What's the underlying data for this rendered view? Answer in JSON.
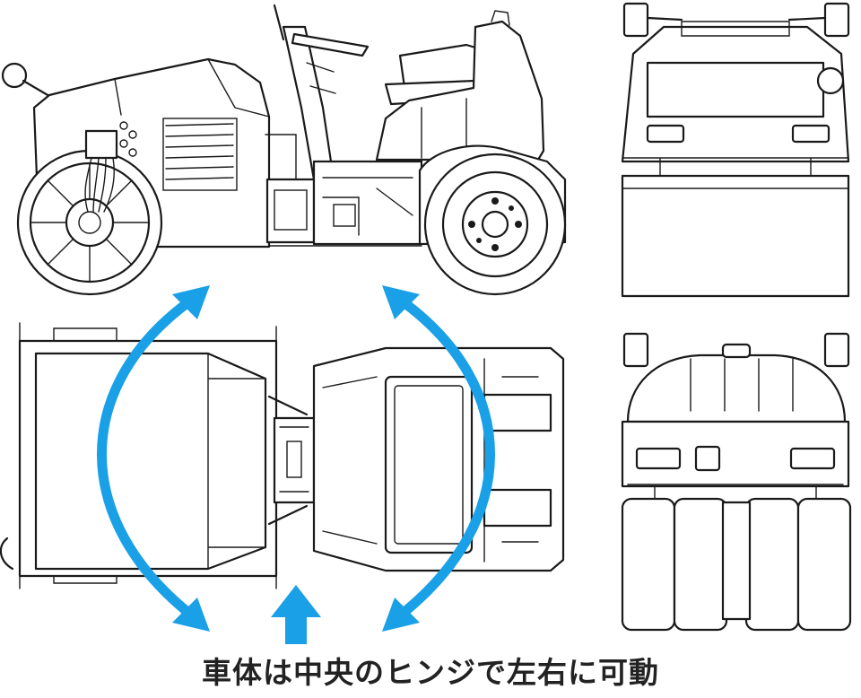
{
  "caption": "車体は中央のヒンジで左右に可動",
  "colors": {
    "arrow": "#1aa0e6",
    "line": "#1a1a1a",
    "background": "#ffffff"
  },
  "views": [
    "side-view",
    "top-view",
    "front-view",
    "rear-view"
  ],
  "arrows": [
    "left-curved-double-arrow",
    "center-up-arrow",
    "right-curved-double-arrow"
  ]
}
